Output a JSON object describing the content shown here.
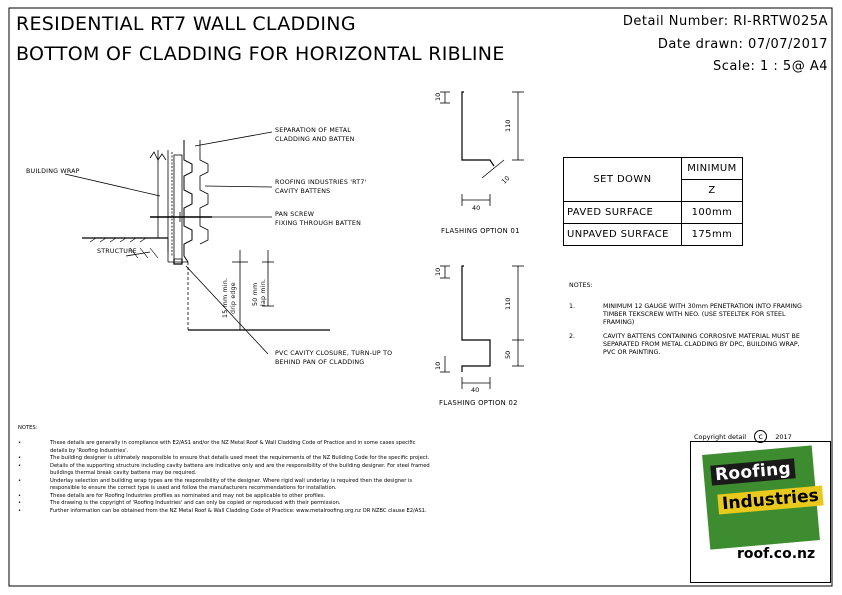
{
  "header": {
    "title_line1": "RESIDENTIAL RT7 WALL CLADDING",
    "title_line2": "BOTTOM OF CLADDING FOR HORIZONTAL RIBLINE",
    "detail_number": "Detail Number:  RI-RRTW025A",
    "date_drawn": "Date drawn:  07/07/2017",
    "scale": "Scale:   1 : 5@ A4"
  },
  "section_labels": {
    "building_wrap": "BUILDING WRAP",
    "structure": "STRUCTURE",
    "separation_1": "SEPARATION OF METAL",
    "separation_2": "CLADDING AND BATTEN",
    "battens_1": "ROOFING INDUSTRIES 'RT7'",
    "battens_2": "CAVITY BATTENS",
    "screw_1": "PAN SCREW",
    "screw_2": "FIXING THROUGH BATTEN",
    "pvc_1": "PVC CAVITY CLOSURE, TURN-UP TO",
    "pvc_2": "BEHIND PAN OF CLADDING",
    "drip_1": "15 mm min.",
    "drip_2": "drip edge",
    "lap_1": "50 mm",
    "lap_2": "lap min."
  },
  "flashing1": {
    "caption": "FLASHING OPTION 01",
    "dim_top": "10",
    "dim_height": "110",
    "dim_corner": "10",
    "dim_width": "40"
  },
  "flashing2": {
    "caption": "FLASHING OPTION 02",
    "dim_top": "10",
    "dim_height": "110",
    "dim_lower": "50",
    "dim_bottom": "10",
    "dim_width": "40"
  },
  "setdown_table": {
    "col_header": "SET DOWN",
    "min_header": "MINIMUM",
    "unit": "Z",
    "rows": [
      {
        "label": "PAVED SURFACE",
        "value": "100mm"
      },
      {
        "label": "UNPAVED SURFACE",
        "value": "175mm"
      }
    ]
  },
  "notes_right": {
    "heading": "NOTES:",
    "items": [
      {
        "num": "1.",
        "text": "MINIMUM 12 GAUGE WITH 30mm PENETRATION INTO FRAMING TIMBER TEKSCREW WITH NEO.  (USE STEELTEK FOR STEEL FRAMING)"
      },
      {
        "num": "2.",
        "text": "CAVITY BATTENS CONTAINING CORROSIVE MATERIAL MUST BE SEPARATED FROM METAL CLADDING BY DPC, BUILDING WRAP, PVC OR PAINTING."
      }
    ]
  },
  "notes_bottom": {
    "heading": "NOTES:",
    "items": [
      "These details are generally in compliance with E2/AS1 and/or the NZ Metal Roof & Wall Cladding Code of Practice and in some cases specific details by 'Roofing Industries'.",
      "The building designer is ultimately responsible to ensure that details used meet the requirements of the NZ Building Code for the specific project.",
      "Details of the supporting structure including cavity battens are indicative only and are the responsibility of the building designer. For steel framed buildings thermal break cavity battens may be required.",
      "Underlay selection and building wrap types are the responsibility of the designer. Where rigid wall underlay is required then the designer is responsible to ensure the correct type is used and follow the manufacturers recommendations for installation.",
      "These details are for Roofing Industries profiles as nominated and may not be applicable to other profiles.",
      "The drawing is the copyright of 'Roofing Industries' and can only be copied or reproduced with their permission.",
      "Further information can be obtained from the NZ Metal Roof & Wall Cladding Code of Practice: www.metalroofing.org.nz OR NZBC clause E2/AS1."
    ]
  },
  "copyright": {
    "text": "Copyright detail",
    "year": "2017"
  },
  "logo": {
    "word1": "Roofing",
    "word2": "Industries",
    "url": "roof.co.nz",
    "green": "#3d8c2f",
    "yellow": "#e8c91c"
  }
}
